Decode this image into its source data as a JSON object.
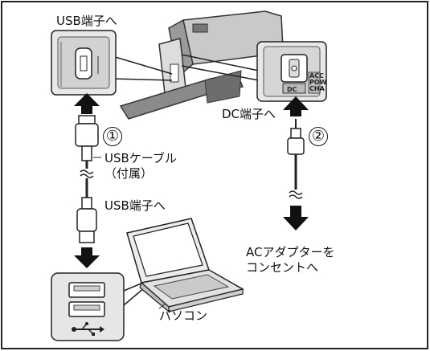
{
  "labels": {
    "usb_port_top": "USB端子へ",
    "dc_port": "DC端子へ",
    "step1": "①",
    "step2": "②",
    "usb_cable_line1": "USBケーブル",
    "usb_cable_line2": "（付属）",
    "usb_port_pc": "USB端子へ",
    "ac_adapter_line1": "ACアダプターを",
    "ac_adapter_line2": "コンセントへ",
    "pc": "パソコン",
    "dc_tag": "DC",
    "ac_tag": "ACC",
    "pow_tag": "POW",
    "cha_tag": "CHA"
  },
  "icons": {
    "usb_symbol": "usb-icon",
    "arrow": "arrow-icon"
  }
}
